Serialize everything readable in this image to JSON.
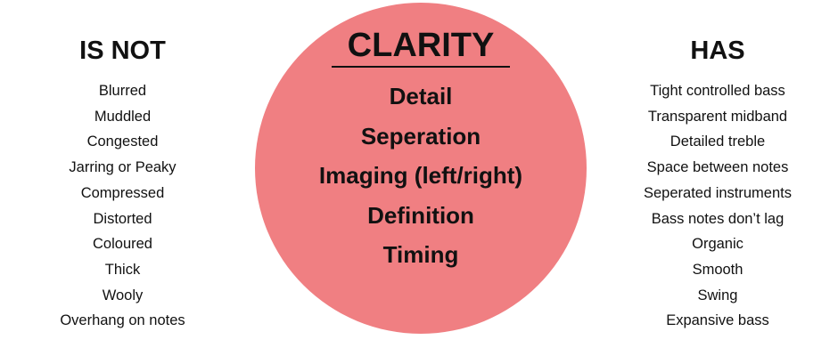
{
  "colors": {
    "circle": "#f07f82",
    "text": "#111111"
  },
  "left": {
    "title": "IS NOT",
    "items": [
      "Blurred",
      "Muddled",
      "Congested",
      "Jarring or Peaky",
      "Compressed",
      "Distorted",
      "Coloured",
      "Thick",
      "Wooly",
      "Overhang on notes"
    ]
  },
  "center": {
    "title": "CLARITY",
    "items": [
      "Detail",
      "Seperation",
      "Imaging (left/right)",
      "Definition",
      "Timing"
    ]
  },
  "right": {
    "title": "HAS",
    "items": [
      "Tight controlled bass",
      "Transparent midband",
      "Detailed treble",
      "Space between notes",
      "Seperated instruments",
      "Bass notes don’t lag",
      "Organic",
      "Smooth",
      "Swing",
      "Expansive bass"
    ]
  }
}
